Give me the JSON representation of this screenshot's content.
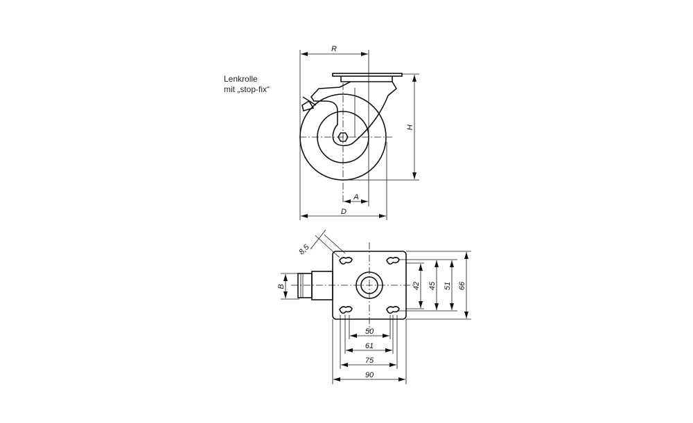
{
  "caption": {
    "line1": "Lenkrolle",
    "line2": "mit „stop-fix“"
  },
  "side_view": {
    "dim_R": "R",
    "dim_H": "H",
    "dim_A": "A",
    "dim_D": "D"
  },
  "bottom_view": {
    "dim_B": "B",
    "dim_hole": "8,5",
    "dim_42": "42",
    "dim_45": "45",
    "dim_51": "51",
    "dim_66": "66",
    "dim_50": "50",
    "dim_61": "61",
    "dim_75": "75",
    "dim_90": "90"
  }
}
